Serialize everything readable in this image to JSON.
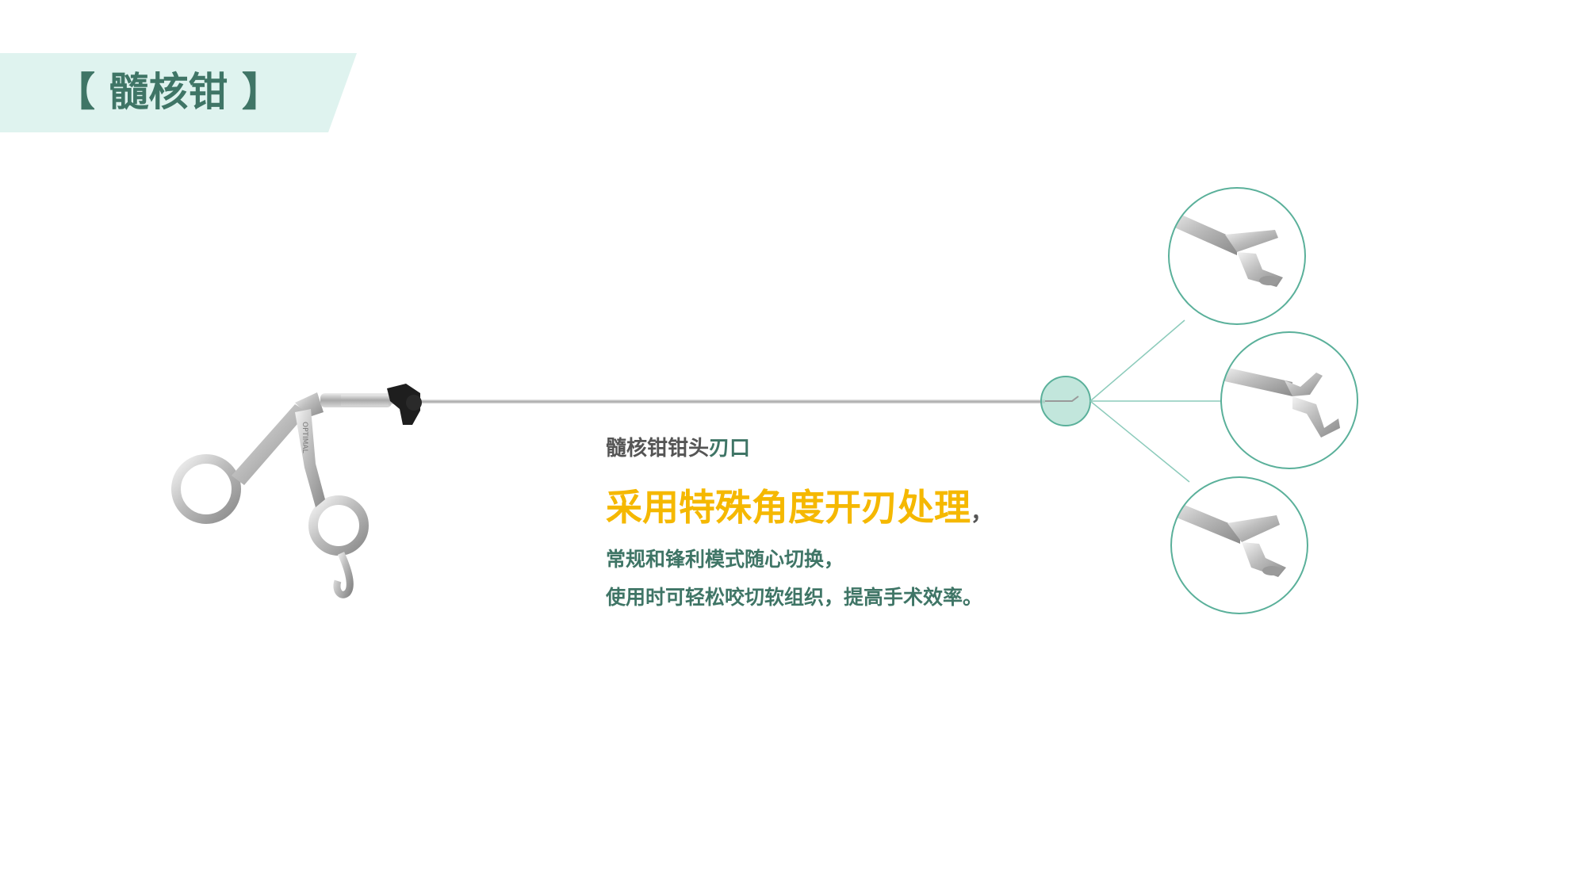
{
  "title": "【 髓核钳 】",
  "subheading": {
    "part1": "髓核钳钳头",
    "part2": "刃口"
  },
  "headline": {
    "main": "采用特殊角度开刃处理",
    "comma": "，"
  },
  "description": [
    "常规和锋利模式随心切换，",
    "使用时可轻松咬切软组织，提高手术效率。"
  ],
  "instrument_engraving": "OPTIMAL",
  "colors": {
    "accent_green": "#3f7566",
    "banner_bg": "#dff3ef",
    "headline_yellow": "#f5b800",
    "circle_stroke": "#5ab09a"
  }
}
